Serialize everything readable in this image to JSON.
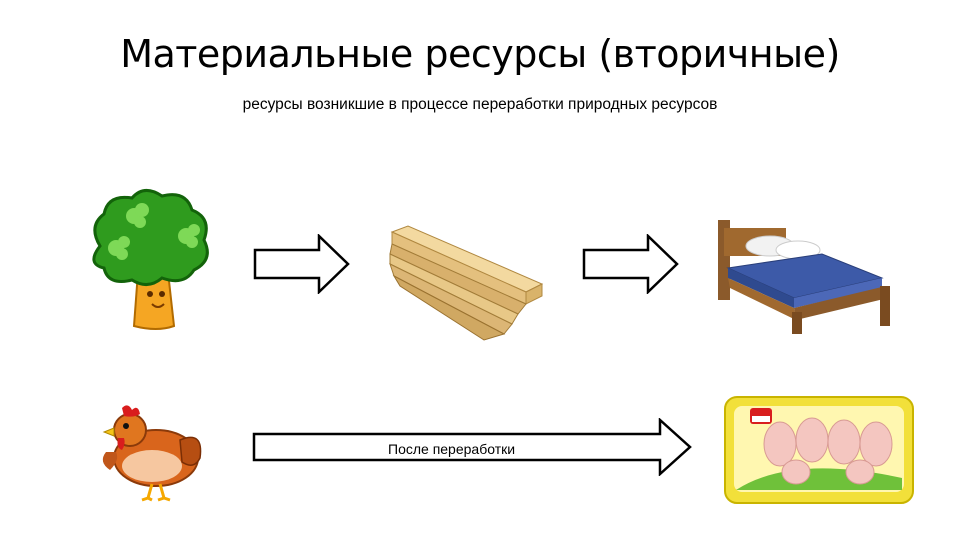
{
  "title": "Материальные ресурсы (вторичные)",
  "subtitle": "ресурсы возникшие в процессе переработки природных ресурсов",
  "rows": [
    {
      "source_icon": "tree-icon",
      "intermediate_icon": "wooden-planks-icon",
      "result_icon": "bed-icon"
    },
    {
      "source_icon": "hen-icon",
      "arrow_label": "После переработки",
      "result_icon": "chicken-legs-tray-icon"
    }
  ]
}
